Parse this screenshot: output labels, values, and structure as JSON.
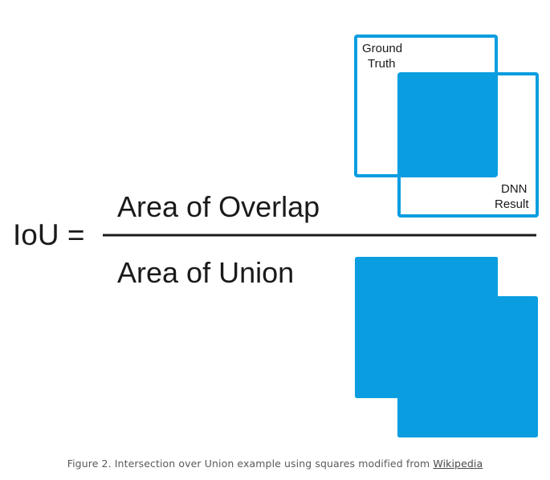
{
  "formula": {
    "lhs": "IoU =",
    "numerator": "Area of Overlap",
    "denominator": "Area of Union"
  },
  "labels": {
    "ground_truth_line1": "Ground",
    "ground_truth_line2": "Truth",
    "dnn_line1": "DNN",
    "dnn_line2": "Result"
  },
  "caption": {
    "text": "Figure 2. Intersection over Union example using squares modified from ",
    "link_text": "Wikipedia"
  },
  "colors": {
    "accent_blue": "#0a9de0",
    "text": "#1a1a1a",
    "caption": "#5a5a5a"
  }
}
